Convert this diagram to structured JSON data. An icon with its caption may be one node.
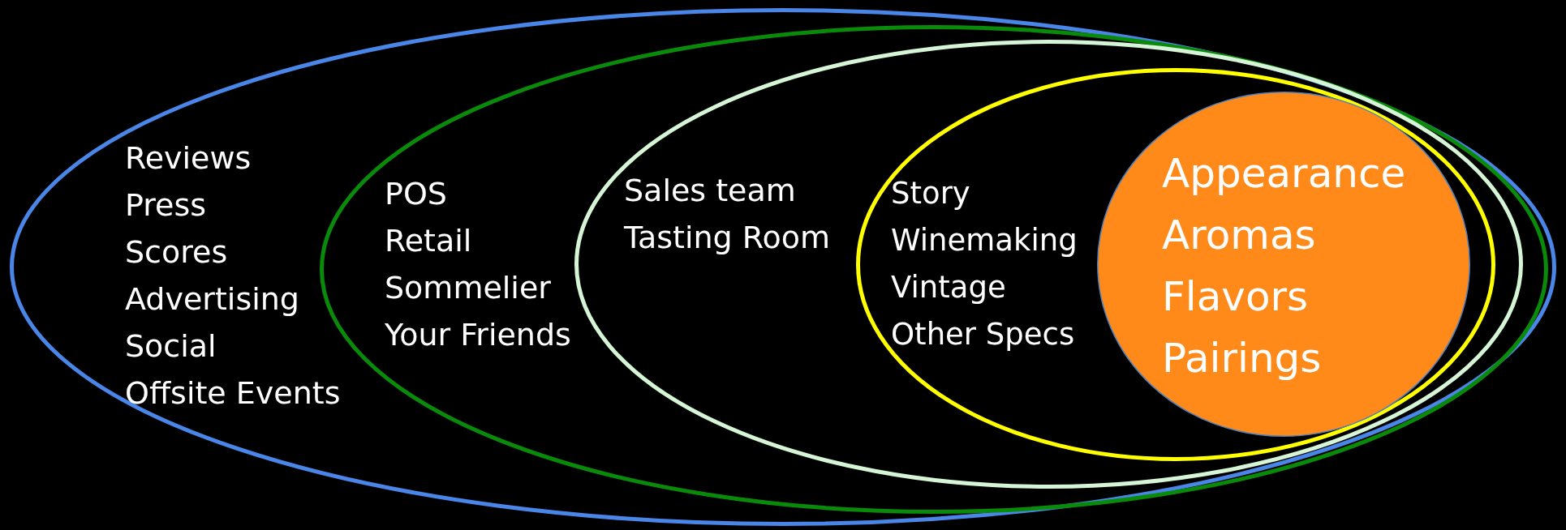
{
  "diagram": {
    "nodes": [
      {
        "text": [
          "Reviews",
          "Press",
          "Scores",
          "Advertising",
          "Social",
          "Offsite Events"
        ]
      },
      {
        "text": [
          "POS",
          "Retail",
          "Sommelier",
          "Your Friends"
        ],
        "in": 0
      },
      {
        "text": [
          "Sales team",
          "Tasting Room"
        ],
        "in": 1
      },
      {
        "text": [
          "Story",
          "Winemaking",
          "Vintage",
          "Other Specs"
        ],
        "in": 2
      },
      {
        "text": [
          "Appearance",
          "Aromas",
          "Flavors",
          "Pairings"
        ],
        "in": 3
      }
    ]
  }
}
